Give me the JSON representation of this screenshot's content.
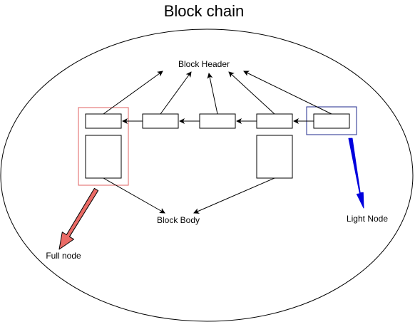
{
  "title": "Block chain",
  "labels": {
    "block_header": "Block Header",
    "block_body": "Block Body",
    "full_node": "Full node",
    "light_node": "Light Node"
  },
  "colors": {
    "line": "#000000",
    "full_node_box": "#e06060",
    "full_node_arrow": "#ea6b66",
    "light_node_box": "#1f2a8c",
    "light_node_arrow": "#0000dd"
  }
}
